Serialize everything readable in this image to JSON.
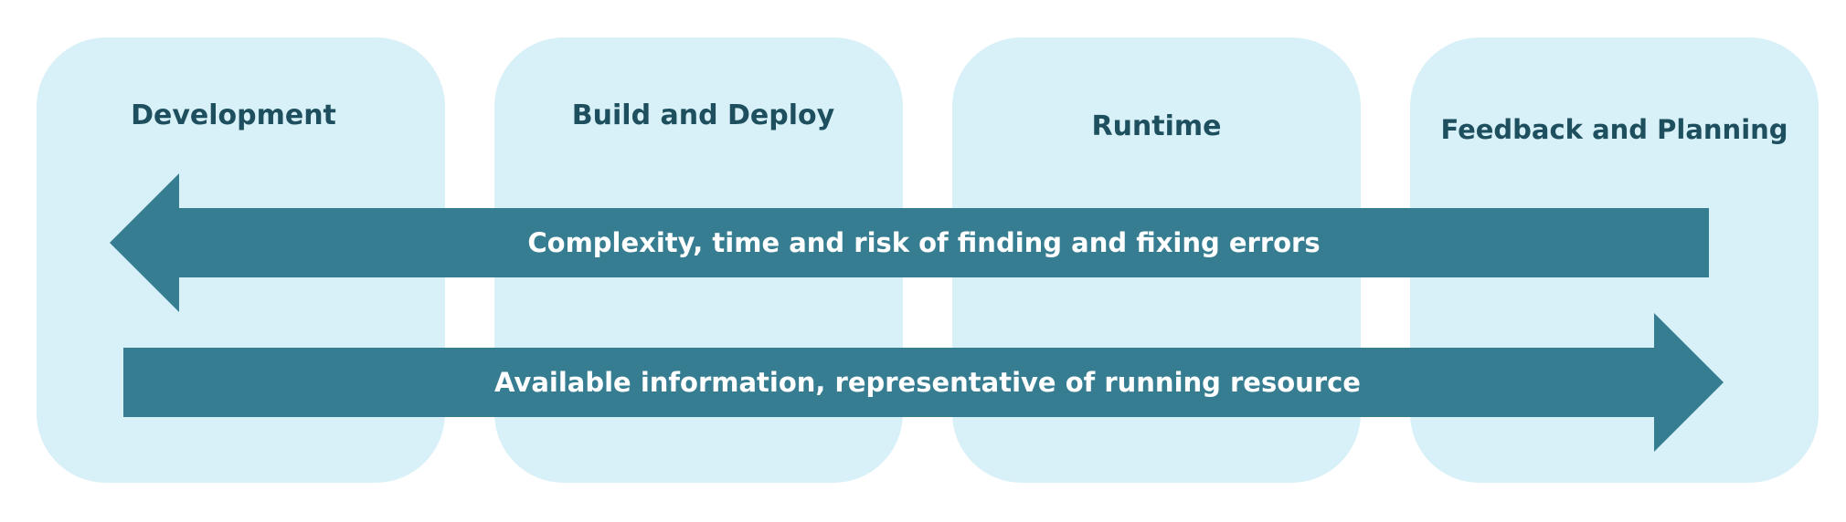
{
  "stages": [
    {
      "title": "Development"
    },
    {
      "title": "Build and Deploy"
    },
    {
      "title": "Runtime"
    },
    {
      "title": "Feedback and Planning"
    }
  ],
  "arrows": {
    "left": {
      "label": "Complexity, time and risk of finding and fixing errors"
    },
    "right": {
      "label": "Available information, representative of running resource"
    }
  },
  "colors": {
    "stage_fill": "#d8f0f7",
    "title_text": "#1d4f5e",
    "arrow_fill": "#367d91",
    "arrow_text": "#ffffff"
  }
}
